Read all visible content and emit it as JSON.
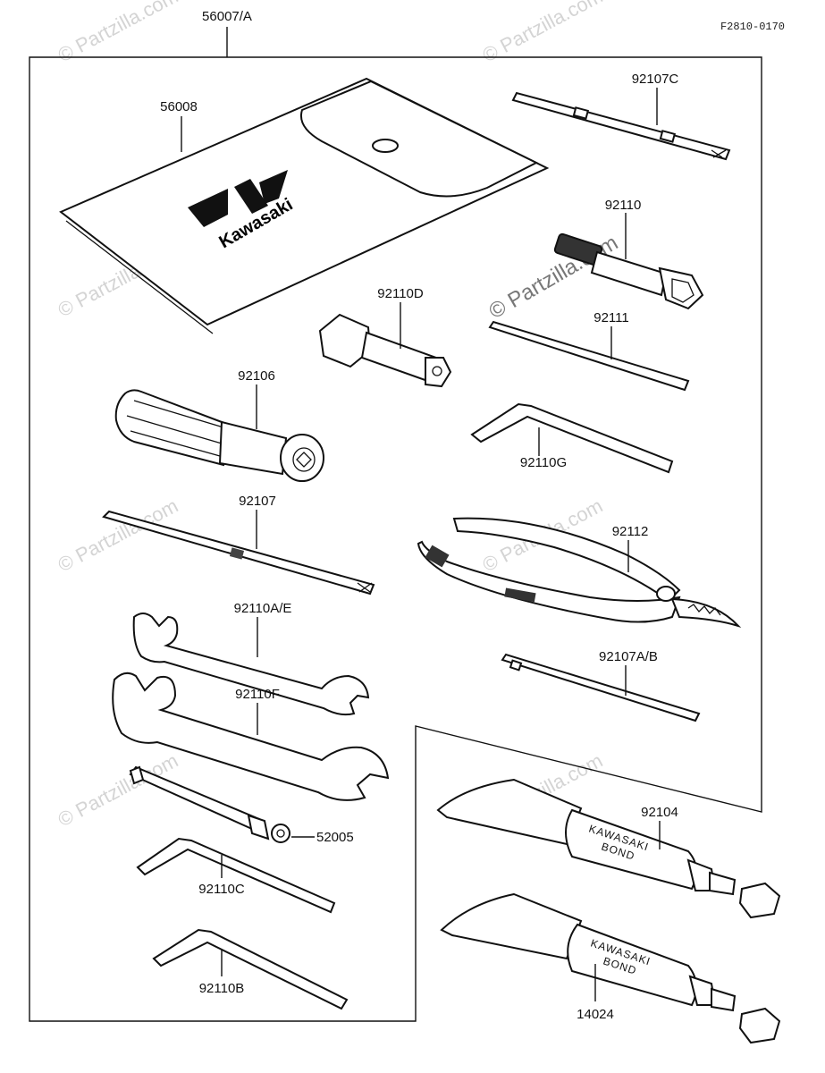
{
  "drawing_code": "F2810-0170",
  "watermark": {
    "text": "© Partzilla.com"
  },
  "kit": {
    "assembly_label": "56007/A",
    "pouch_label": "56008",
    "pouch_brand": "Kawasaki"
  },
  "parts": {
    "screwdriver_long": "92107C",
    "plug_wrench": "92110",
    "plug_wrench_small": "92110D",
    "bar": "92111",
    "hex_wrench_g": "92110G",
    "handle": "92106",
    "screwdriver_flat": "92107",
    "pliers": "92112",
    "wrench_ae": "92110A/E",
    "wrench_f": "92110F",
    "screwdriver_ab": "92107A/B",
    "socket_driver_nut": "52005",
    "hex_wrench_c": "92110C",
    "hex_wrench_b": "92110B",
    "bond_tube_1": "92104",
    "bond_tube_2": "14024"
  },
  "bond": {
    "line1": "KAWASAKI",
    "line2": "BOND"
  }
}
